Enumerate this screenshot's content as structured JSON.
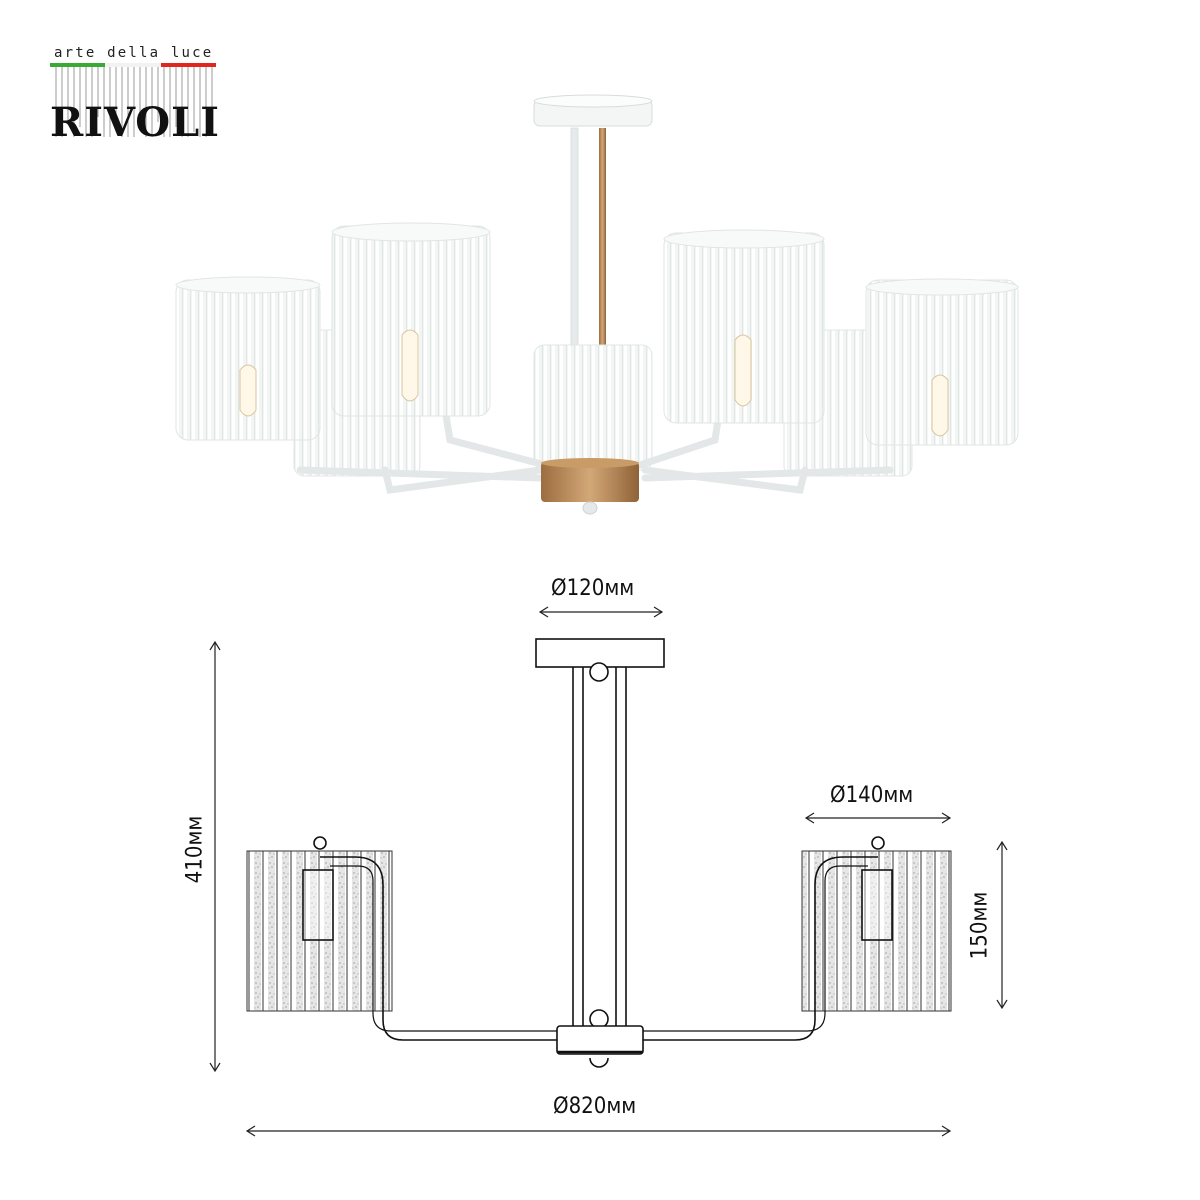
{
  "brand": {
    "tagline": "arte della luce",
    "name": "RIVOLI",
    "flag_colors": [
      "#3aa935",
      "#ffffff",
      "#e0261f"
    ]
  },
  "product_photo": {
    "description": "6-arm white chandelier with fluted glass cylinder shades and brass central rod",
    "colors": {
      "frame": "#e8ecec",
      "brass": "#b98a55",
      "glass": "#eef3f1"
    },
    "lamp_count": 6
  },
  "drawing": {
    "dimensions": {
      "canopy_diameter": "Ø120мм",
      "shade_diameter": "Ø140мм",
      "shade_height": "150мм",
      "total_height": "410мм",
      "total_diameter": "Ø820мм"
    }
  }
}
